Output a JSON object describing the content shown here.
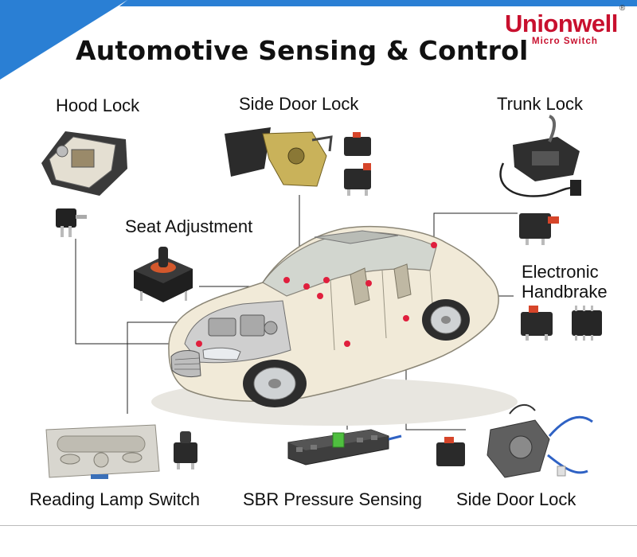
{
  "title": "Automotive Sensing & Control",
  "brand": {
    "name": "Unionwell",
    "mark": "®",
    "tagline": "Micro Switch",
    "color": "#c8102e"
  },
  "accent_color": "#2a7fd4",
  "marker_color": "#e01f3d",
  "labels": {
    "hood_lock": "Hood Lock",
    "side_door_lock_top": "Side Door Lock",
    "trunk_lock": "Trunk Lock",
    "seat_adjustment": "Seat Adjustment",
    "electronic_handbrake_1": "Electronic",
    "electronic_handbrake_2": "Handbrake",
    "reading_lamp_switch": "Reading Lamp Switch",
    "sbr_pressure_sensing": "SBR Pressure Sensing",
    "side_door_lock_bottom": "Side Door Lock"
  }
}
